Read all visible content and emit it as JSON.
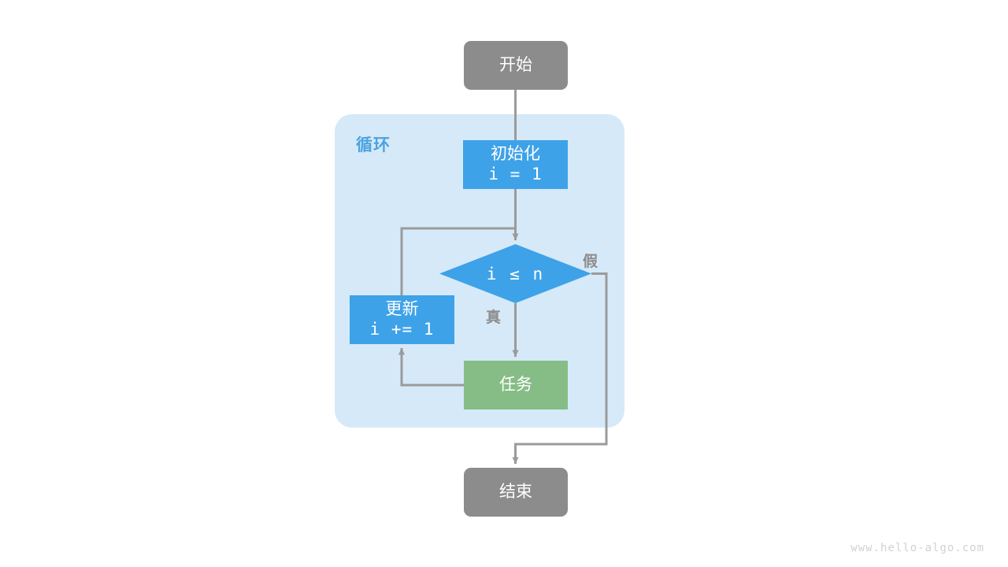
{
  "diagram": {
    "title": "for-loop-flowchart",
    "background": "#ffffff",
    "watermark": "www.hello-algo.com",
    "colors": {
      "terminal": "#8c8c8c",
      "process": "#3ea2e8",
      "task": "#86bd86",
      "container": "#d6e9f8",
      "edge": "#9b9b9b",
      "label": "#8c8c8c",
      "loop_label": "#4aa3e0"
    },
    "container": {
      "label": "循环"
    },
    "nodes": {
      "start": {
        "label": "开始"
      },
      "init": {
        "label": "初始化",
        "expr": "i = 1"
      },
      "decision": {
        "label": "i ≤ n"
      },
      "update": {
        "label": "更新",
        "expr": "i += 1"
      },
      "task": {
        "label": "任务"
      },
      "end": {
        "label": "结束"
      }
    },
    "edge_labels": {
      "true": "真",
      "false": "假"
    }
  }
}
